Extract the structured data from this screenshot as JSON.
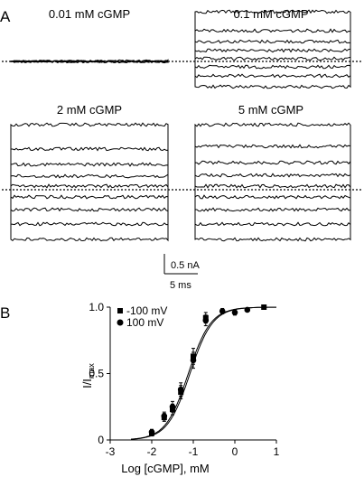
{
  "panel_a": {
    "label": "A",
    "traces": [
      {
        "title": "0.01 mM cGMP",
        "levels": [
          0.004,
          0.002,
          0.0,
          -0.002,
          -0.004
        ],
        "noise": 0.015
      },
      {
        "title": "0.1 mM cGMP",
        "levels": [
          0.55,
          0.34,
          0.22,
          0.12,
          0.03,
          -0.06,
          -0.16,
          -0.28
        ],
        "noise": 0.02
      },
      {
        "title": "2 mM cGMP",
        "levels": [
          0.72,
          0.45,
          0.28,
          0.15,
          0.04,
          -0.08,
          -0.22,
          -0.38,
          -0.55
        ],
        "noise": 0.02
      },
      {
        "title": "5 mM cGMP",
        "levels": [
          0.72,
          0.48,
          0.3,
          0.16,
          0.04,
          -0.08,
          -0.22,
          -0.38,
          -0.55
        ],
        "noise": 0.02
      }
    ],
    "scalebar": {
      "current": "0.5 nA",
      "time": "5 ms"
    }
  },
  "panel_b": {
    "label": "B",
    "legend": [
      "-100 mV",
      "100 mV"
    ]
  },
  "chart_data": {
    "type": "scatter",
    "title": "",
    "xlabel": "Log [cGMP], mM",
    "ylabel_main": "I/I",
    "ylabel_sub": "max",
    "xlim": [
      -3,
      1
    ],
    "ylim": [
      0,
      1
    ],
    "xticks": [
      -3,
      -2,
      -1,
      0,
      1
    ],
    "yticks": [
      0,
      0.5,
      1.0
    ],
    "ytick_labels": [
      "0",
      "0.5",
      "1.0"
    ],
    "legend_position": "top-left",
    "series": [
      {
        "name": "-100 mV",
        "marker": "square",
        "x": [
          -2.0,
          -1.7,
          -1.5,
          -1.3,
          -1.0,
          -0.7,
          0.7
        ],
        "y": [
          0.05,
          0.17,
          0.23,
          0.36,
          0.63,
          0.92,
          1.0
        ],
        "err": [
          0.02,
          0.03,
          0.04,
          0.05,
          0.06,
          0.04,
          0.01
        ],
        "fit_ec50_log": -1.12,
        "fit_hill": 1.6
      },
      {
        "name": "100 mV",
        "marker": "circle",
        "x": [
          -2.0,
          -1.7,
          -1.5,
          -1.3,
          -1.0,
          -0.7,
          -0.3,
          0.0,
          0.3
        ],
        "y": [
          0.06,
          0.18,
          0.25,
          0.38,
          0.6,
          0.9,
          0.97,
          0.96,
          0.98
        ],
        "err": [
          0.02,
          0.03,
          0.04,
          0.05,
          0.06,
          0.04,
          0.02,
          0.02,
          0.01
        ],
        "fit_ec50_log": -1.08,
        "fit_hill": 1.6
      }
    ]
  }
}
